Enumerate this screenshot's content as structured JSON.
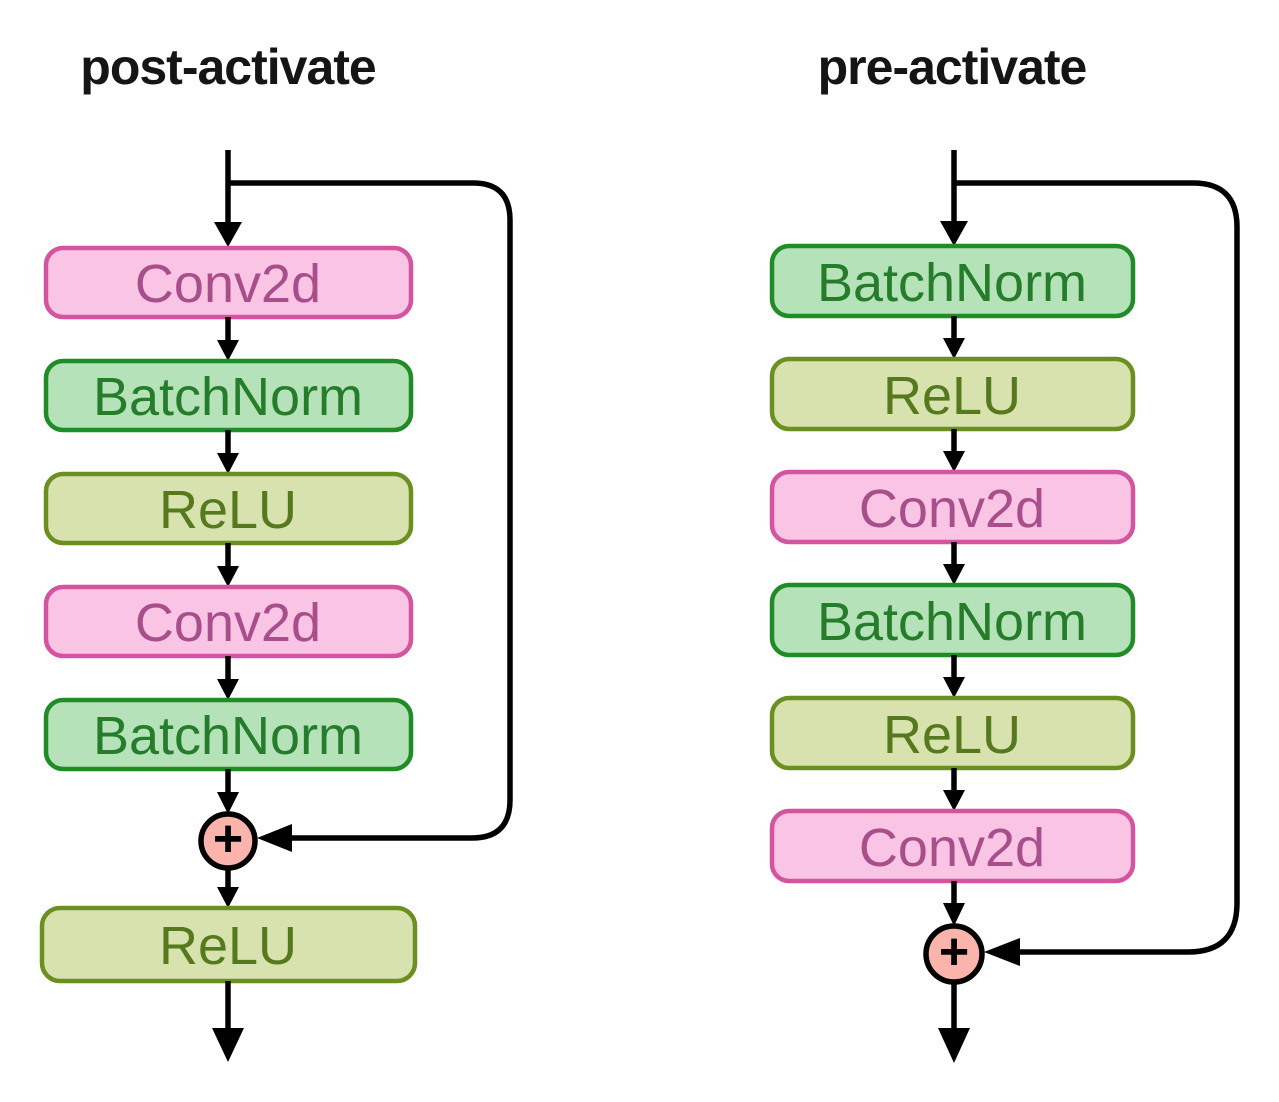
{
  "palette": {
    "background": "#FFFFFF",
    "line": "#000000",
    "title_text": "#151515",
    "conv2d": {
      "fill": "#FAC4E5",
      "border": "#D5549F",
      "text": "#A84E8A"
    },
    "batchnorm": {
      "fill": "#B6E2B9",
      "border": "#1F8C27",
      "text": "#257D2B"
    },
    "relu": {
      "fill": "#D7E2AF",
      "border": "#6C8F21",
      "text": "#55791C"
    },
    "sum": {
      "fill": "#FAB4AB",
      "border": "#000000"
    }
  },
  "left": {
    "title": "post-activate",
    "layers": [
      {
        "label": "Conv2d",
        "type": "conv2d"
      },
      {
        "label": "BatchNorm",
        "type": "batchnorm"
      },
      {
        "label": "ReLU",
        "type": "relu"
      },
      {
        "label": "Conv2d",
        "type": "conv2d"
      },
      {
        "label": "BatchNorm",
        "type": "batchnorm"
      }
    ],
    "sum_symbol": "+",
    "output_layer": {
      "label": "ReLU",
      "type": "relu"
    }
  },
  "right": {
    "title": "pre-activate",
    "layers": [
      {
        "label": "BatchNorm",
        "type": "batchnorm"
      },
      {
        "label": "ReLU",
        "type": "relu"
      },
      {
        "label": "Conv2d",
        "type": "conv2d"
      },
      {
        "label": "BatchNorm",
        "type": "batchnorm"
      },
      {
        "label": "ReLU",
        "type": "relu"
      },
      {
        "label": "Conv2d",
        "type": "conv2d"
      }
    ],
    "sum_symbol": "+"
  }
}
